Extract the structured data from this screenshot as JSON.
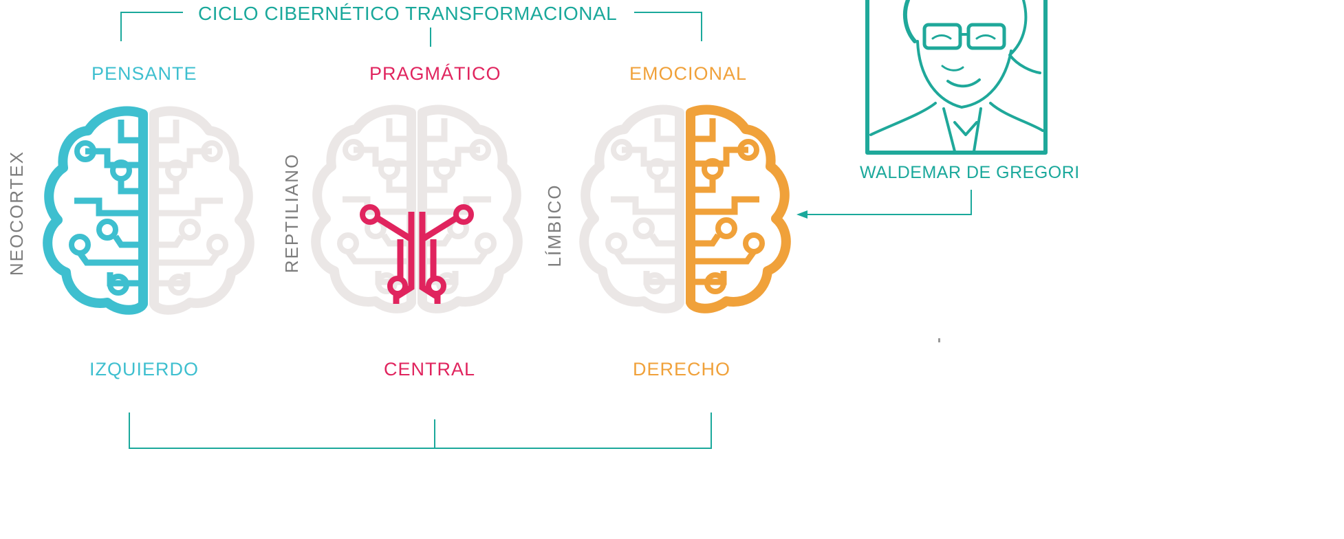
{
  "title": "CICLO CIBERNÉTICO TRANSFORMACIONAL",
  "colors": {
    "teal": "#1aa89b",
    "blue": "#3ebfcf",
    "red": "#e0245e",
    "orange": "#f0a13a",
    "gray_brain": "#ebe7e6",
    "gray_text": "#7d7d7d",
    "portrait_line": "#1fa89a"
  },
  "brains": [
    {
      "id": "left",
      "top_label": "PENSANTE",
      "bottom_label": "IZQUIERDO",
      "side_label": "NEOCORTEX",
      "color": "#3ebfcf",
      "highlight": "left-hemisphere"
    },
    {
      "id": "center",
      "top_label": "PRAGMÁTICO",
      "bottom_label": "CENTRAL",
      "side_label": "REPTILIANO",
      "color": "#e0245e",
      "highlight": "core"
    },
    {
      "id": "right",
      "top_label": "EMOCIONAL",
      "bottom_label": "DERECHO",
      "side_label": "LÍMBICO",
      "color": "#f0a13a",
      "highlight": "right-hemisphere"
    }
  ],
  "portrait": {
    "name": "WALDEMAR DE GREGORI",
    "icon": "portrait-illustration"
  }
}
